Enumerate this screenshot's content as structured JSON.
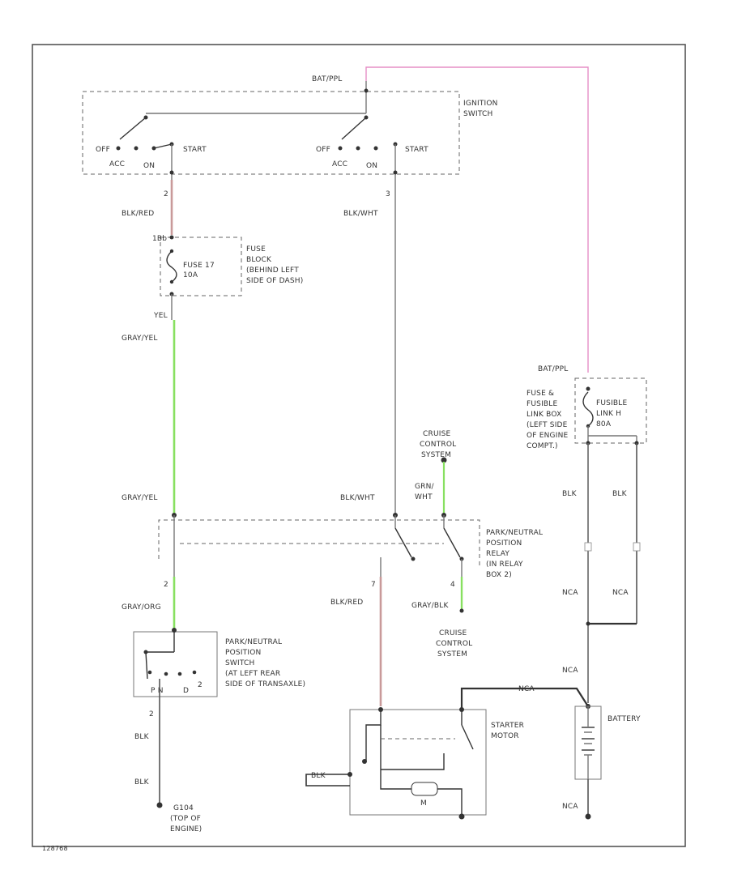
{
  "colors": {
    "wire": "#777777",
    "red_wire": "#c99a9a",
    "green_wire": "#88e060",
    "pink_wire": "#e58fc6",
    "dark": "#333333"
  },
  "labels": {
    "batt_top": "BAT/PPL",
    "ignition_switch": [
      "IGNITION",
      "SWITCH"
    ],
    "ign1": {
      "off": "OFF",
      "acc": "ACC",
      "on": "ON",
      "start": "START"
    },
    "ign2": {
      "off": "OFF",
      "acc": "ACC",
      "on": "ON",
      "start": "START"
    },
    "pin_blk_red_top": "2",
    "wire_blk_red_top": "BLK/RED",
    "pin_blk_wht_top": "3",
    "wire_blk_wht_top": "BLK/WHT",
    "fuse_block": [
      "FUSE",
      "BLOCK",
      "(BEHIND LEFT",
      "SIDE OF DASH)"
    ],
    "fuse17": [
      "FUSE 17",
      "10A"
    ],
    "fuse_pin_top": "1Bb",
    "fuse_pin_bot": "YEL",
    "wire_gry_yel_1": "GRAY/YEL",
    "wire_gry_yel_2": "GRAY/YEL",
    "wire_blk_wht_mid": "BLK/WHT",
    "cruise_top": [
      "CRUISE",
      "CONTROL",
      "SYSTEM"
    ],
    "wire_grn_wht": [
      "GRN/",
      "WHT"
    ],
    "pn_relay": [
      "PARK/NEUTRAL",
      "POSITION",
      "RELAY",
      "(IN RELAY",
      "BOX 2)"
    ],
    "pin_gry_org": "2",
    "wire_gry_org": "GRAY/ORG",
    "pin_blk_red_bot": "7",
    "wire_blk_red_bot": "BLK/RED",
    "pin_gry_blk": "4",
    "wire_gry_blk": "GRAY/BLK",
    "cruise_bot": [
      "CRUISE",
      "CONTROL",
      "SYSTEM"
    ],
    "pn_switch": [
      "PARK/NEUTRAL",
      "POSITION",
      "SWITCH",
      "(AT LEFT REAR",
      "SIDE OF TRANSAXLE)"
    ],
    "pn_switch_pins": [
      "P N",
      "D",
      "2"
    ],
    "pin_blk_gnd": "2",
    "wire_blk_1": "BLK",
    "wire_blk_2": "BLK",
    "ground": [
      "G104",
      "(TOP OF",
      "ENGINE)"
    ],
    "batt_right": "BAT/PPL",
    "fuse_fusible": [
      "FUSE &",
      "FUSIBLE",
      "LINK BOX",
      "(LEFT SIDE",
      "OF ENGINE",
      "COMPT.)"
    ],
    "fusible_link": [
      "FUSIBLE",
      "LINK H",
      "80A"
    ],
    "wire_blk_r1": "BLK",
    "wire_blk_r2": "BLK",
    "wire_nca_1": "NCA",
    "wire_nca_2": "NCA",
    "wire_nca_3": "NCA",
    "wire_nca_4": "NCA",
    "starter_motor": [
      "STARTER",
      "MOTOR"
    ],
    "starter_wire": "BLK",
    "starter_m": "M",
    "battery": "BATTERY",
    "footer": "128768"
  }
}
